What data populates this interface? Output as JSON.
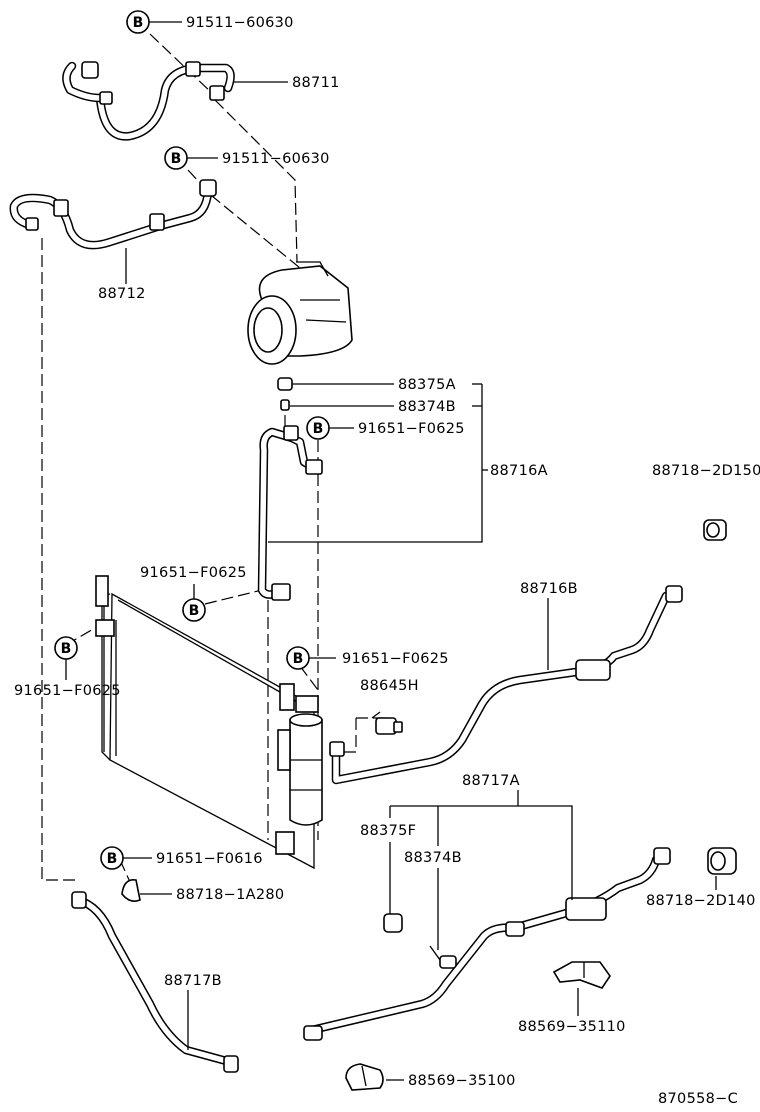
{
  "labels": {
    "p91511_top": "91511−60630",
    "p88711": "88711",
    "p91511_mid": "91511−60630",
    "p88712": "88712",
    "p88375A": "88375A",
    "p88374B_top": "88374B",
    "p91651_a": "91651−F0625",
    "p88716A": "88716A",
    "p88718_2D150": "88718−2D150",
    "p91651_b": "91651−F0625",
    "p88716B": "88716B",
    "p91651_c": "91651−F0625",
    "p88645H": "88645H",
    "p91651_d": "91651−F0625",
    "p88717A": "88717A",
    "p88375F": "88375F",
    "p88374B_low": "88374B",
    "p91651_F0616": "91651−F0616",
    "p88718_1A280": "88718−1A280",
    "p88718_2D140": "88718−2D140",
    "p88717B": "88717B",
    "p88569_35110": "88569−35110",
    "p88569_35100": "88569−35100",
    "diagram_code": "870558−C"
  },
  "bolt_marker": "B"
}
